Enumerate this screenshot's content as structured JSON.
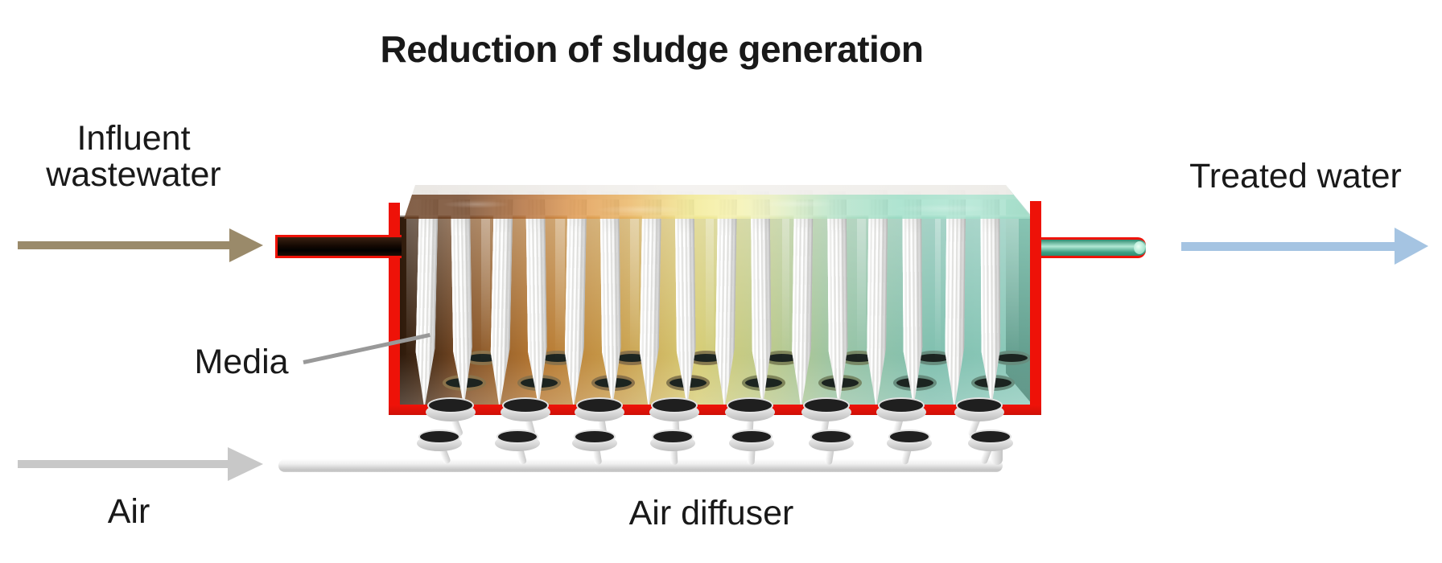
{
  "title": "Reduction of sludge generation",
  "labels": {
    "influent_line1": "Influent",
    "influent_line2": "wastewater",
    "treated_water": "Treated water",
    "media": "Media",
    "air": "Air",
    "air_diffuser": "Air diffuser"
  },
  "flows": [
    {
      "name": "influent-wastewater",
      "direction": "right"
    },
    {
      "name": "treated-water",
      "direction": "right"
    },
    {
      "name": "air",
      "direction": "right"
    }
  ],
  "colors": {
    "tank_frame": "#ee1208",
    "influent_arrow": "#9a8a6a",
    "treated_arrow": "#a5c4e2",
    "air_arrow": "#c8c8c8",
    "text": "#191919",
    "media_line": "#999999",
    "inlet_water_dark": "#150903",
    "outlet_water_teal": "#57b296",
    "diffuser_top": "#1f1f1f",
    "media_white": "#f2f2f0"
  },
  "tank_gradient": {
    "stops": [
      "#402611",
      "#7a4a22",
      "#b5762f",
      "#c79a48",
      "#d6cc74",
      "#bcc98a",
      "#97c3a5",
      "#7fbfae",
      "#8ccabb"
    ],
    "positions_pct": [
      0,
      9,
      22,
      34,
      47,
      58,
      70,
      84,
      100
    ]
  },
  "structure": {
    "media_pair_count": 8,
    "diffuser_count": 8,
    "columns_x": [
      560,
      653,
      745,
      838,
      932,
      1027,
      1120,
      1217
    ],
    "in_tank_diffuser_rows": 2,
    "rim_tints": [
      "rgba(176,140,88,.75)",
      "rgba(176,140,88,.75)",
      "rgba(176,140,88,.75)",
      "rgba(170,150,95,.75)",
      "rgba(160,165,110,.75)",
      "rgba(150,170,125,.75)",
      "rgba(128,176,158,.75)",
      "rgba(128,176,158,.75)"
    ]
  }
}
